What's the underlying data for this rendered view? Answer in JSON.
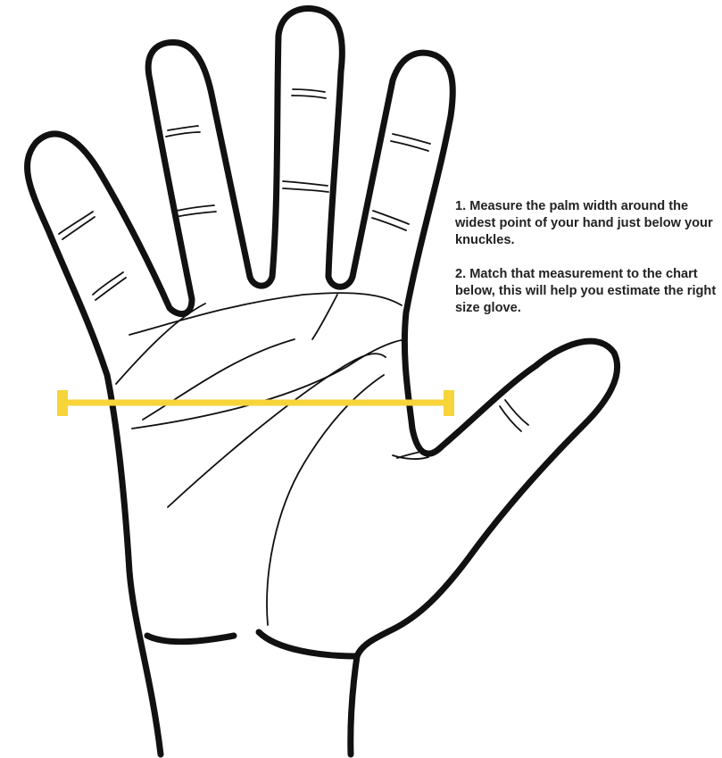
{
  "instructions": {
    "step1": "1. Measure the palm width around the widest point of your hand just below your knuckles.",
    "step2": "2. Match that measurement to the chart below, this will help you estimate the right size glove."
  },
  "colors": {
    "outline": "#111111",
    "measurement_bar": "#F6D43A",
    "text": "#222222",
    "background": "#FFFFFF"
  },
  "icons": {
    "hand": "open-palm-hand-icon",
    "measure": "palm-width-measurement-bar"
  }
}
